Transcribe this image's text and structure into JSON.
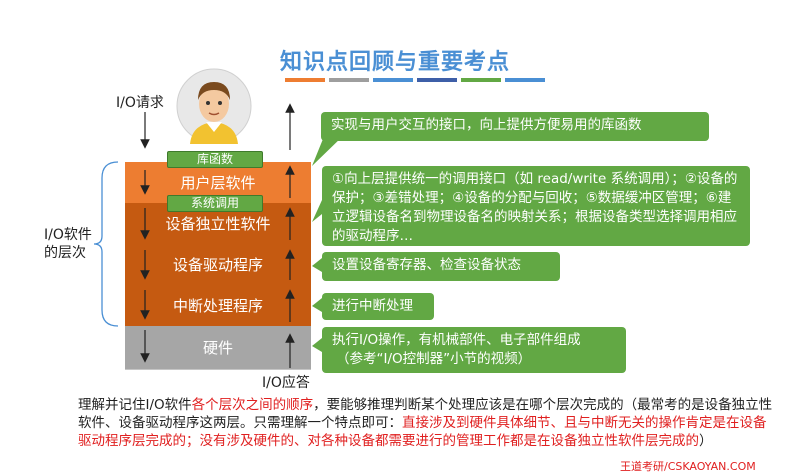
{
  "title": "知识点回顾与重要考点",
  "title_bar_colors": [
    "#ee7d31",
    "#9e9e9e",
    "#4a8fd4",
    "#3e5fa8",
    "#62a844",
    "#4a8fd4"
  ],
  "io_request": "I/O请求",
  "io_response": "I/O应答",
  "io_software_label_line1": "I/O软件",
  "io_software_label_line2": "的层次",
  "tags": {
    "library_function": "库函数",
    "system_call": "系统调用"
  },
  "layers": [
    {
      "name": "用户层软件",
      "color": "#ed7d31"
    },
    {
      "name": "设备独立性软件",
      "color": "#c55a11"
    },
    {
      "name": "设备驱动程序",
      "color": "#c55a11"
    },
    {
      "name": "中断处理程序",
      "color": "#c55a11"
    },
    {
      "name": "硬件",
      "color": "#a6a6a6"
    }
  ],
  "callouts": {
    "user_layer": "实现与用户交互的接口，向上提供方便易用的库函数",
    "device_independent": "①向上层提供统一的调用接口（如 read/write 系统调用）；②设备的保护；③差错处理；④设备的分配与回收；⑤数据缓冲区管理；⑥建立逻辑设备名到物理设备名的映射关系；根据设备类型选择调用相应的驱动程序…",
    "driver": "设置设备寄存器、检查设备状态",
    "interrupt": "进行中断处理",
    "hardware_line1": "执行I/O操作，有机械部件、电子部件组成",
    "hardware_line2": "（参考“I/O控制器”小节的视频）"
  },
  "summary": {
    "part1": "理解并记住I/O软件",
    "part2_red": "各个层次之间的顺序",
    "part3": "，要能够推理判断某个处理应该是在哪个层次完成的（最常考的是设备独立性软件、设备驱动程序这两层。只需理解一个特点即可：",
    "part4_red": "直接涉及到硬件具体细节、且与中断无关的操作肯定是在设备驱动程序层完成的；没有涉及硬件的、对各种设备都需要进行的管理工作都是在设备独立性软件层完成的",
    "part5": "）"
  },
  "watermark": "王道考研/CSKAOYAN.COM"
}
